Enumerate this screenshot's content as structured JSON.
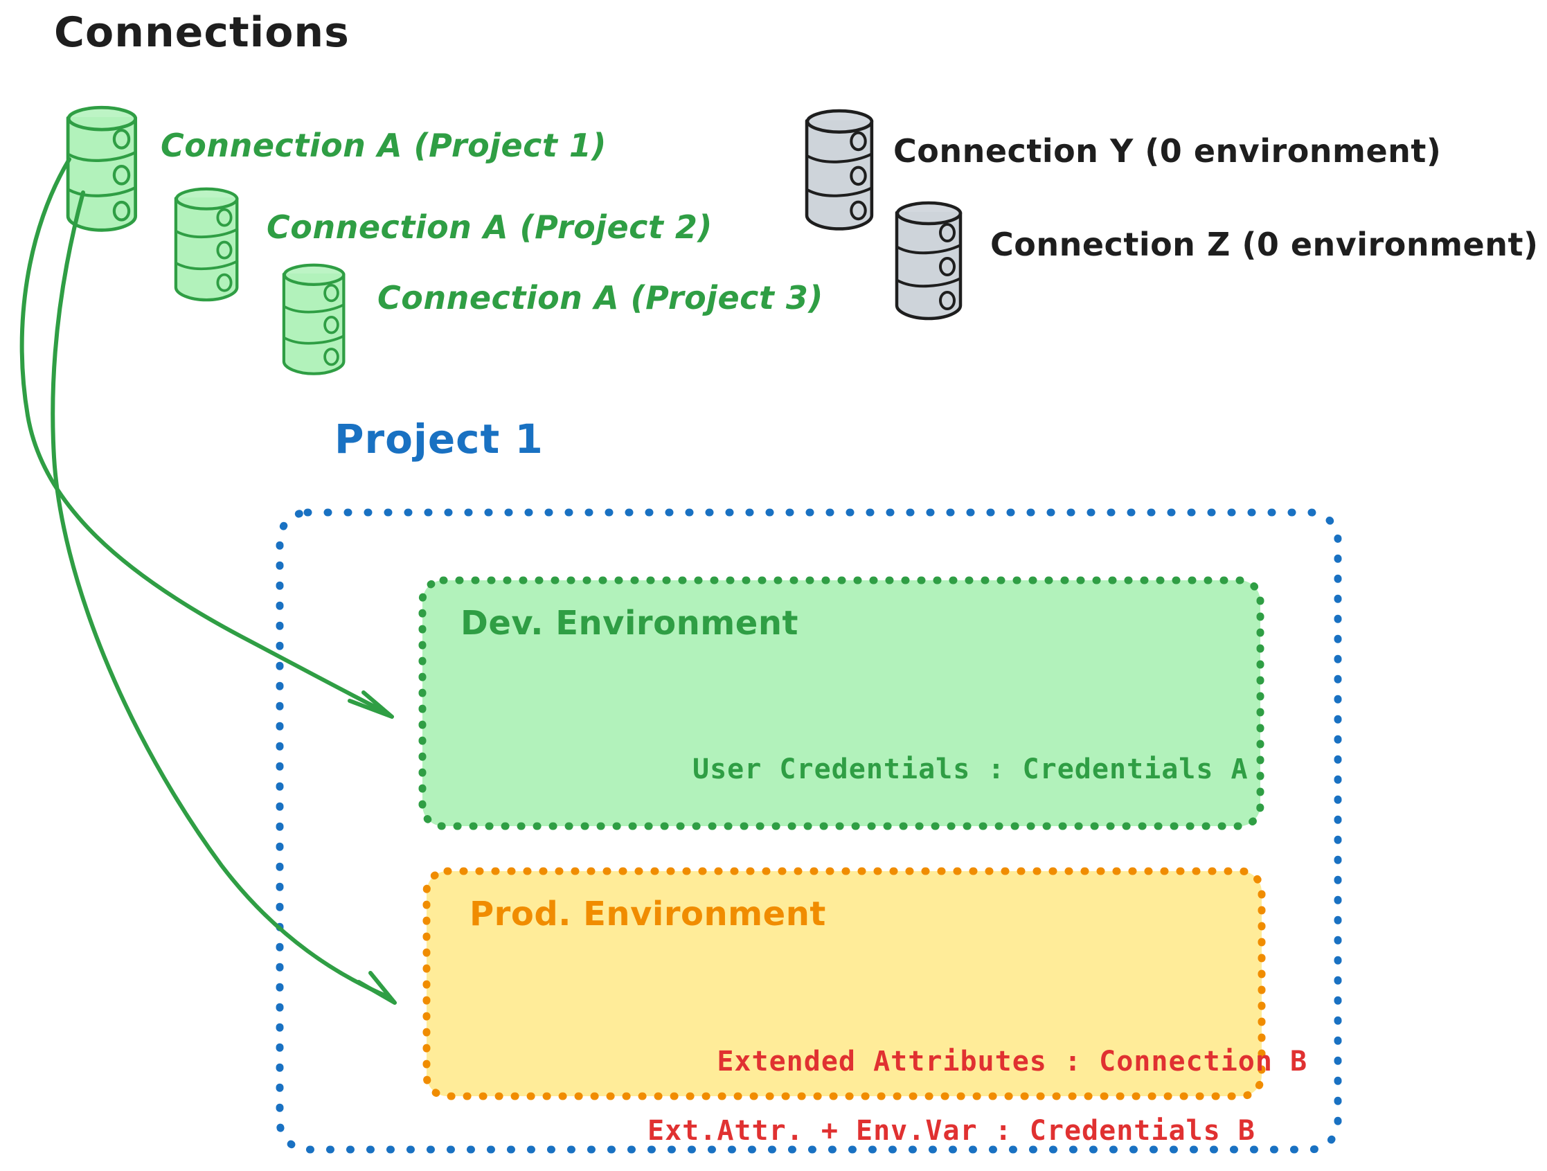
{
  "diagram": {
    "title": "Connections",
    "background": "#ffffff",
    "colors": {
      "green_stroke": "#2f9e44",
      "green_fill": "#b2f2bb",
      "grey_stroke": "#1e1e1e",
      "grey_fill": "#ced4da",
      "blue": "#1971c2",
      "orange": "#f08c00",
      "orange_fill": "#ffec99",
      "red": "#e03131",
      "black": "#1e1e1e"
    }
  },
  "connections": {
    "heading": "Connections",
    "green_nodes": [
      {
        "icon": "database-cylinder-icon",
        "label": "Connection A (Project 1)"
      },
      {
        "icon": "database-cylinder-icon",
        "label": "Connection A (Project 2)"
      },
      {
        "icon": "database-cylinder-icon",
        "label": "Connection A (Project 3)"
      }
    ],
    "grey_nodes": [
      {
        "icon": "database-cylinder-icon",
        "label": "Connection Y (0 environment)"
      },
      {
        "icon": "database-cylinder-icon",
        "label": "Connection Z (0 environment)"
      }
    ]
  },
  "project": {
    "title": "Project 1",
    "environments": [
      {
        "name": "Dev. Environment",
        "color": "#2f9e44",
        "fill": "#b2f2bb",
        "entries": [
          "User Credentials : Credentials A"
        ]
      },
      {
        "name": "Prod. Environment",
        "color": "#f08c00",
        "fill": "#ffec99",
        "entries": [
          "Extended Attributes : Connection B",
          "Ext.Attr. + Env.Var : Credentials B"
        ]
      }
    ]
  },
  "arrows": [
    {
      "from": "Connection A (Project 1)",
      "to": "Dev. Environment"
    },
    {
      "from": "Connection A (Project 1)",
      "to": "Prod. Environment"
    }
  ]
}
